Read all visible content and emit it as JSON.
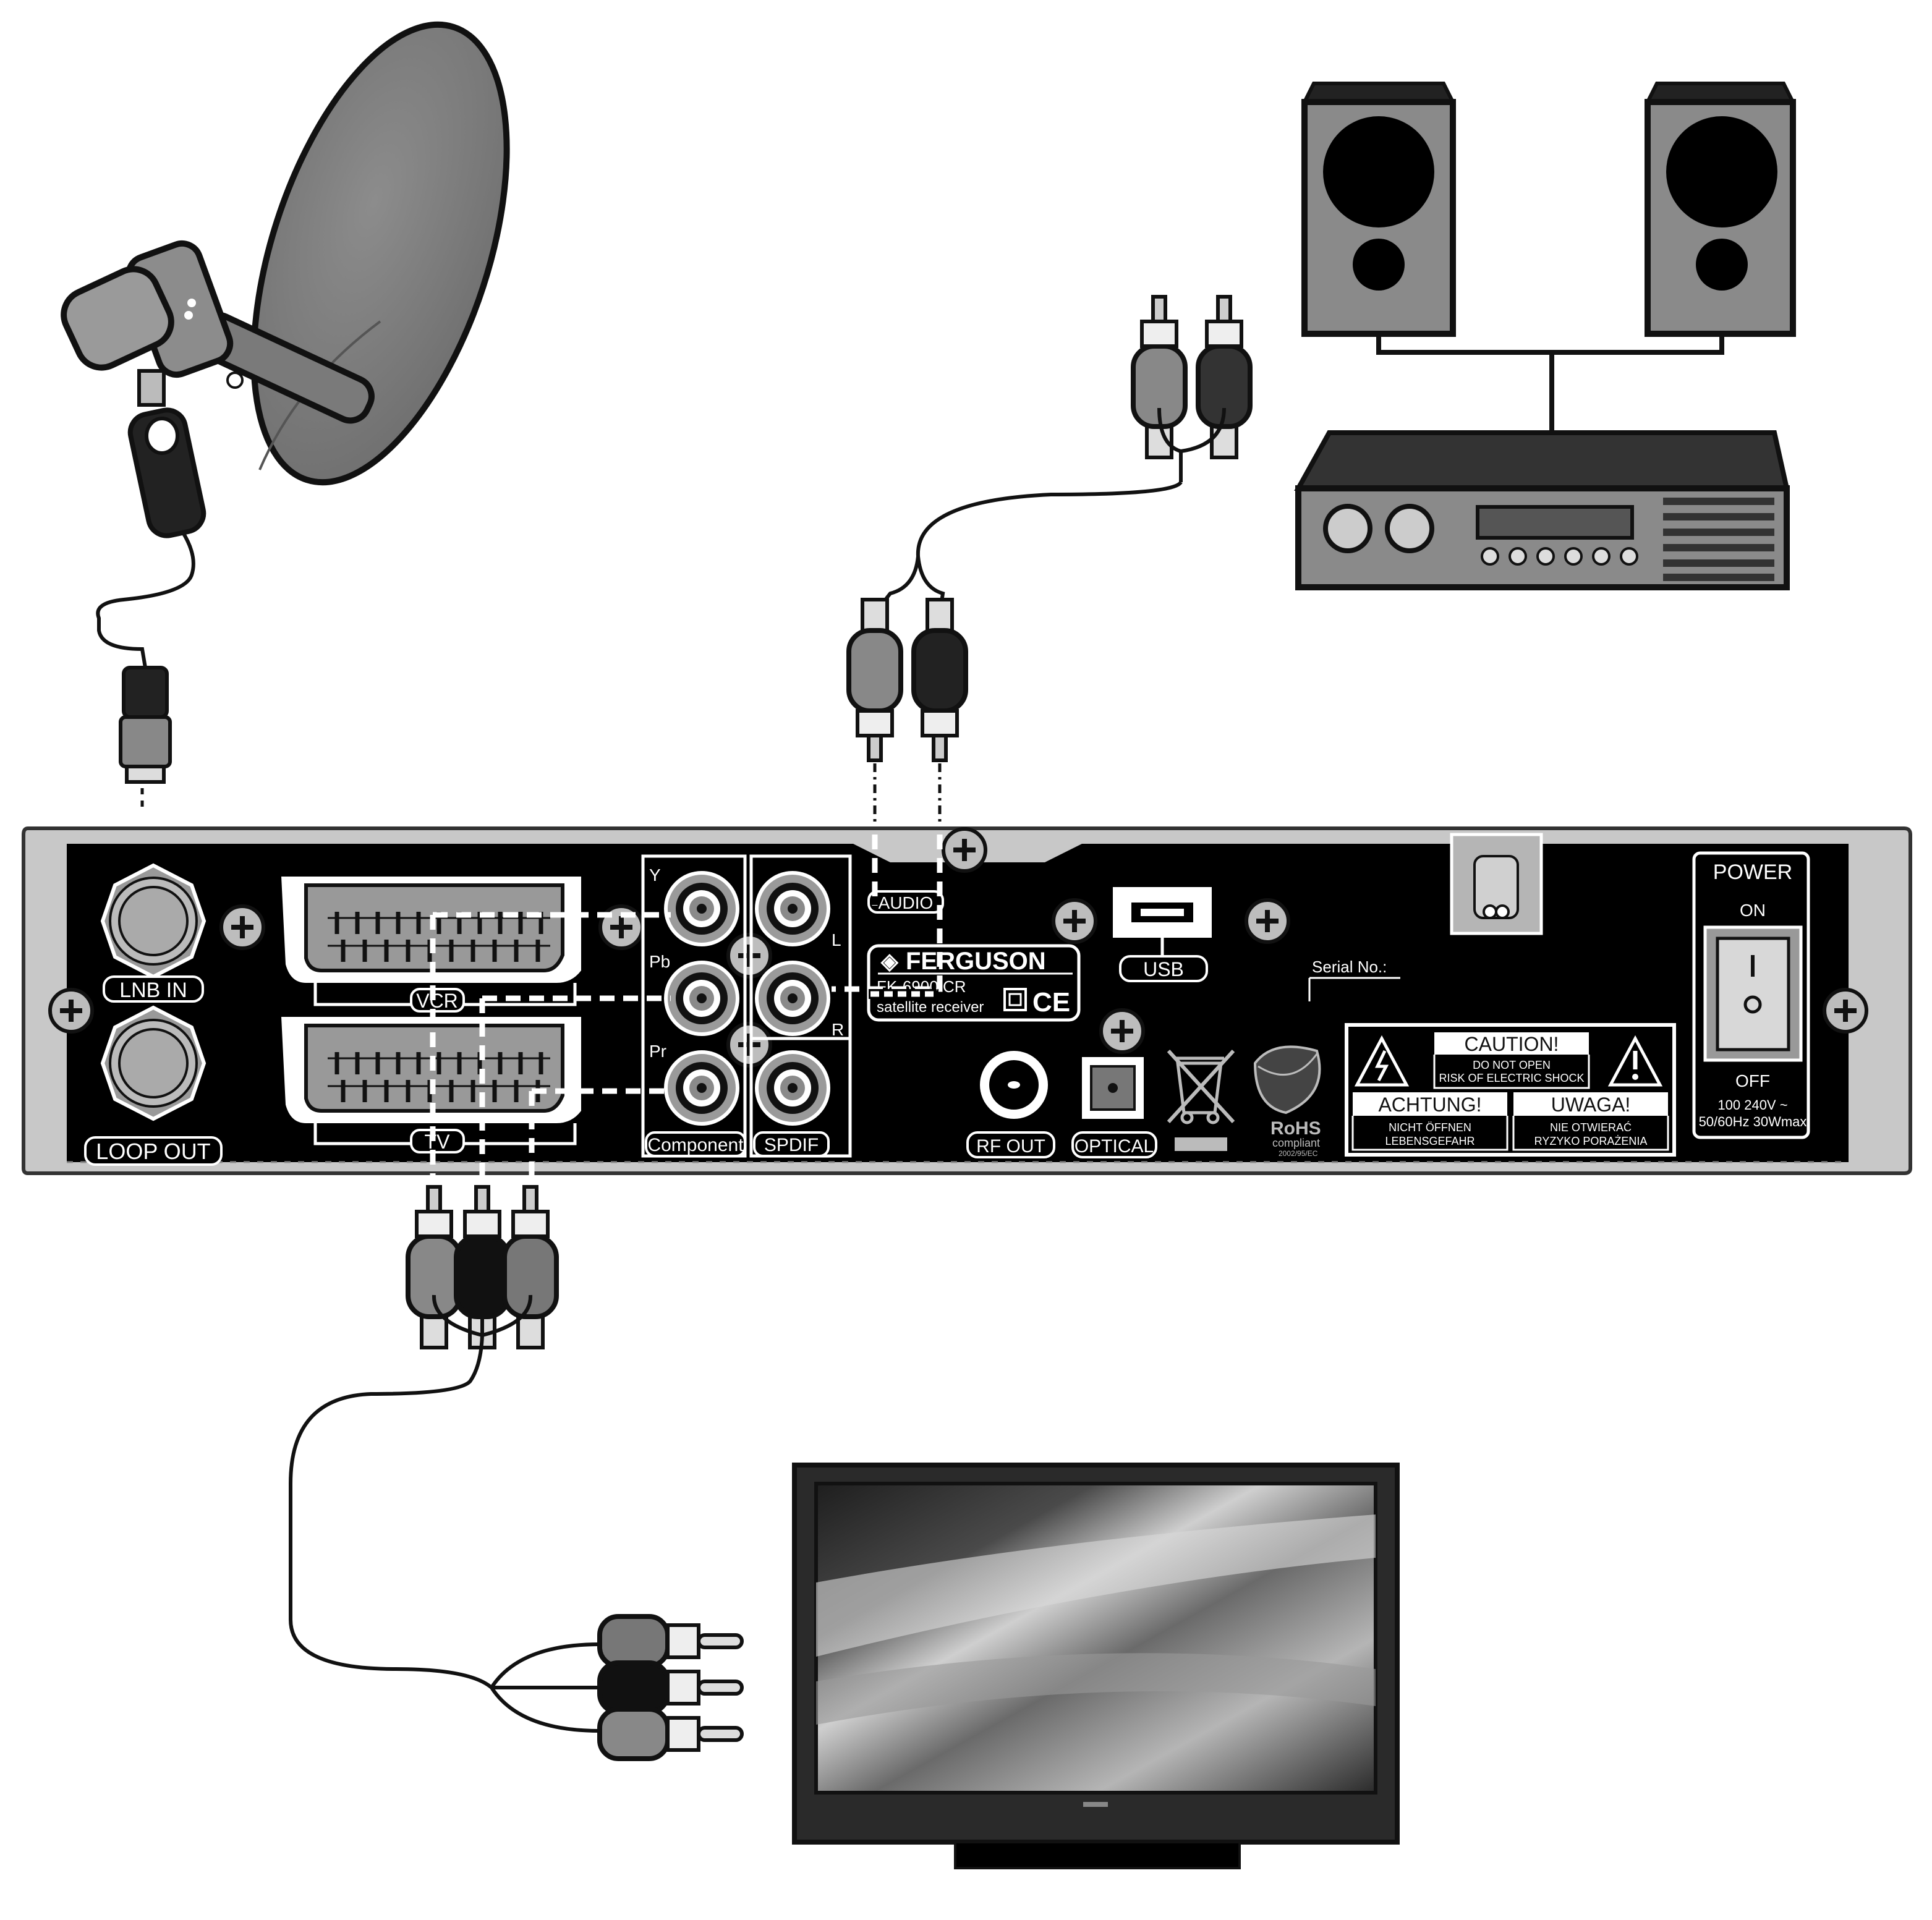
{
  "colors": {
    "panel": "#0a0a0a",
    "casing": "#c8c8c8",
    "connector_gray": "#8a8a8a",
    "label_text": "#ffffff",
    "warning_box": "#ffffff"
  },
  "icons": {
    "dish": "satellite-dish-icon",
    "speakers": "speaker-icon",
    "amplifier": "stereo-amplifier-icon",
    "tv": "flat-tv-icon",
    "weee": "crossed-bin-icon",
    "rohs": "rohs-leaf-icon",
    "ce": "ce-mark-icon",
    "hazard": "warning-triangle-icon"
  },
  "receiver": {
    "lnb_in": "LNB IN",
    "loop_out": "LOOP OUT",
    "vcr": "VCR",
    "tv": "TV",
    "y": "Y",
    "pb": "Pb",
    "pr": "Pr",
    "component": "Component",
    "audio": "AUDIO",
    "l": "L",
    "r": "R",
    "spdif": "SPDIF",
    "brand": "FERGUSON",
    "model": "FK-6900 CR",
    "model_sub": "satellite receiver",
    "ce": "CE",
    "usb": "USB",
    "rf_out": "RF OUT",
    "optical": "OPTICAL",
    "serial": "Serial No.:",
    "rohs": "RoHS",
    "rohs_sub": "compliant",
    "rohs_dir": "2002/95/EC",
    "power": "POWER",
    "on": "ON",
    "off": "OFF",
    "rating1": "100  240V ~",
    "rating2": "50/60Hz  30Wmax"
  },
  "warnings": {
    "caution_title": "CAUTION!",
    "caution_line1": "DO NOT OPEN",
    "caution_line2": "RISK OF ELECTRIC SHOCK",
    "achtung_title": "ACHTUNG!",
    "achtung_line1": "NICHT ÖFFNEN",
    "achtung_line2": "LEBENSGEFAHR",
    "uwaga_title": "UWAGA!",
    "uwaga_line1": "NIE OTWIERAĆ",
    "uwaga_line2": "RYZYKO PORAŻENIA"
  }
}
